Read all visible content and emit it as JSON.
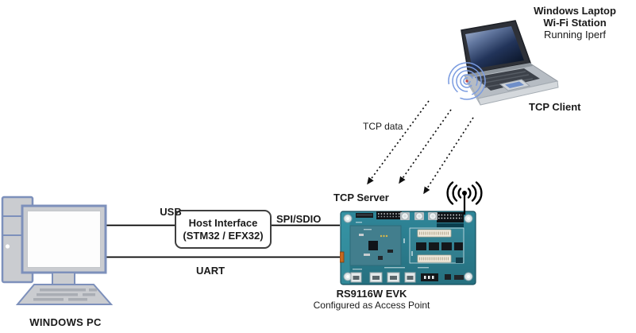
{
  "labels": {
    "windows_pc": "WINDOWS PC",
    "usb": "USB",
    "uart": "UART",
    "spi_sdio": "SPI/SDIO",
    "host_interface_line1": "Host Interface",
    "host_interface_line2": "(STM32 / EFX32)",
    "tcp_server": "TCP Server",
    "tcp_data": "TCP data",
    "tcp_client": "TCP Client",
    "laptop_title": "Windows Laptop",
    "laptop_subtitle": "Wi-Fi Station",
    "laptop_note": "Running Iperf",
    "board_name": "RS9116W EVK",
    "board_caption": "Configured as Access Point"
  },
  "icons": {
    "desktop_pc": "desktop-pc-icon",
    "laptop": "laptop-icon",
    "wifi_spiral": "wifi-signal-icon",
    "antenna": "antenna-icon",
    "pcb_board": "pcb-board-icon",
    "tcp_arrows": "dotted-arrow-icon"
  },
  "colors": {
    "line": "#000000",
    "box_border": "#3f3f3f",
    "pc_fill": "#caccd0",
    "pc_outline": "#7d90bb",
    "pcb_teal": "#2f8699",
    "wifi_blue": "#7b9ce0",
    "text": "#1a1a1a"
  }
}
